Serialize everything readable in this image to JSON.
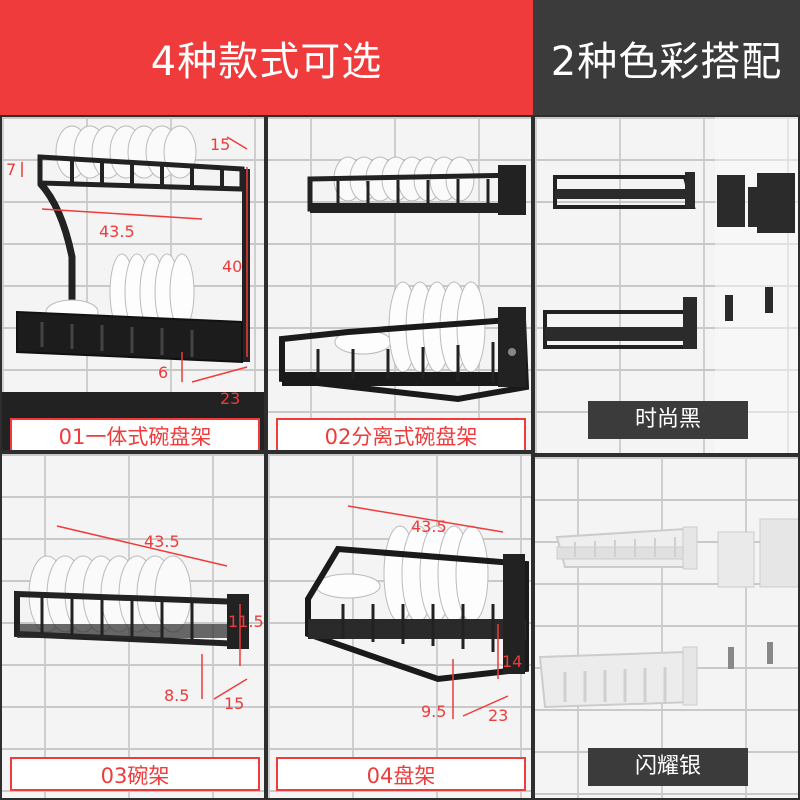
{
  "headers": {
    "styles": "4种款式可选",
    "colors": "2种色彩搭配"
  },
  "products": [
    {
      "label": "01一体式碗盘架",
      "dims": [
        "15",
        "7",
        "43.5",
        "40",
        "6",
        "23"
      ]
    },
    {
      "label": "02分离式碗盘架"
    },
    {
      "label": "03碗架",
      "dims": [
        "43.5",
        "11.5",
        "8.5",
        "15"
      ]
    },
    {
      "label": "04盘架",
      "dims": [
        "43.5",
        "14",
        "9.5",
        "23"
      ]
    }
  ],
  "color_options": [
    {
      "label": "时尚黑",
      "swatch": "#2b2b2b"
    },
    {
      "label": "闪耀银",
      "swatch": "#d9d9d9"
    }
  ],
  "accent": "#ef3b3b",
  "dark": "#3b3b3b"
}
